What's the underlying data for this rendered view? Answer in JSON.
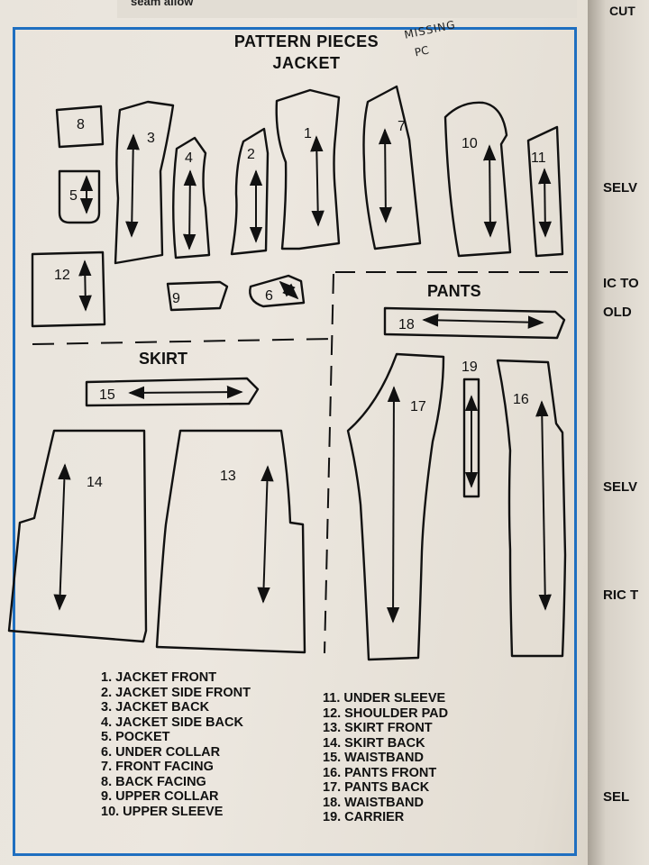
{
  "header": {
    "title": "PATTERN PIECES",
    "subtitle": "JACKET",
    "note_line1": "MISSING",
    "note_line2": "PC",
    "top_fragment": "seam allow",
    "top_right_fragment": "CUT"
  },
  "side_labels": [
    "SELV",
    "IC TO",
    "OLD",
    "SELV",
    "RIC T",
    "SEL"
  ],
  "sections": {
    "pants": "PANTS",
    "skirt": "SKIRT"
  },
  "pieces": [
    "8",
    "3",
    "4",
    "2",
    "1",
    "7",
    "10",
    "11",
    "5",
    "12",
    "9",
    "6",
    "18",
    "15",
    "19",
    "17",
    "16",
    "14",
    "13"
  ],
  "legend_left": [
    "1. JACKET FRONT",
    "2. JACKET SIDE FRONT",
    "3. JACKET BACK",
    "4. JACKET SIDE BACK",
    "5. POCKET",
    "6. UNDER COLLAR",
    "7. FRONT FACING",
    "8. BACK FACING",
    "9. UPPER COLLAR",
    "10. UPPER SLEEVE"
  ],
  "legend_right": [
    "11. UNDER SLEEVE",
    "12. SHOULDER PAD",
    "13. SKIRT FRONT",
    "14. SKIRT BACK",
    "15. WAISTBAND",
    "16. PANTS FRONT",
    "17. PANTS BACK",
    "18. WAISTBAND",
    "19. CARRIER"
  ]
}
